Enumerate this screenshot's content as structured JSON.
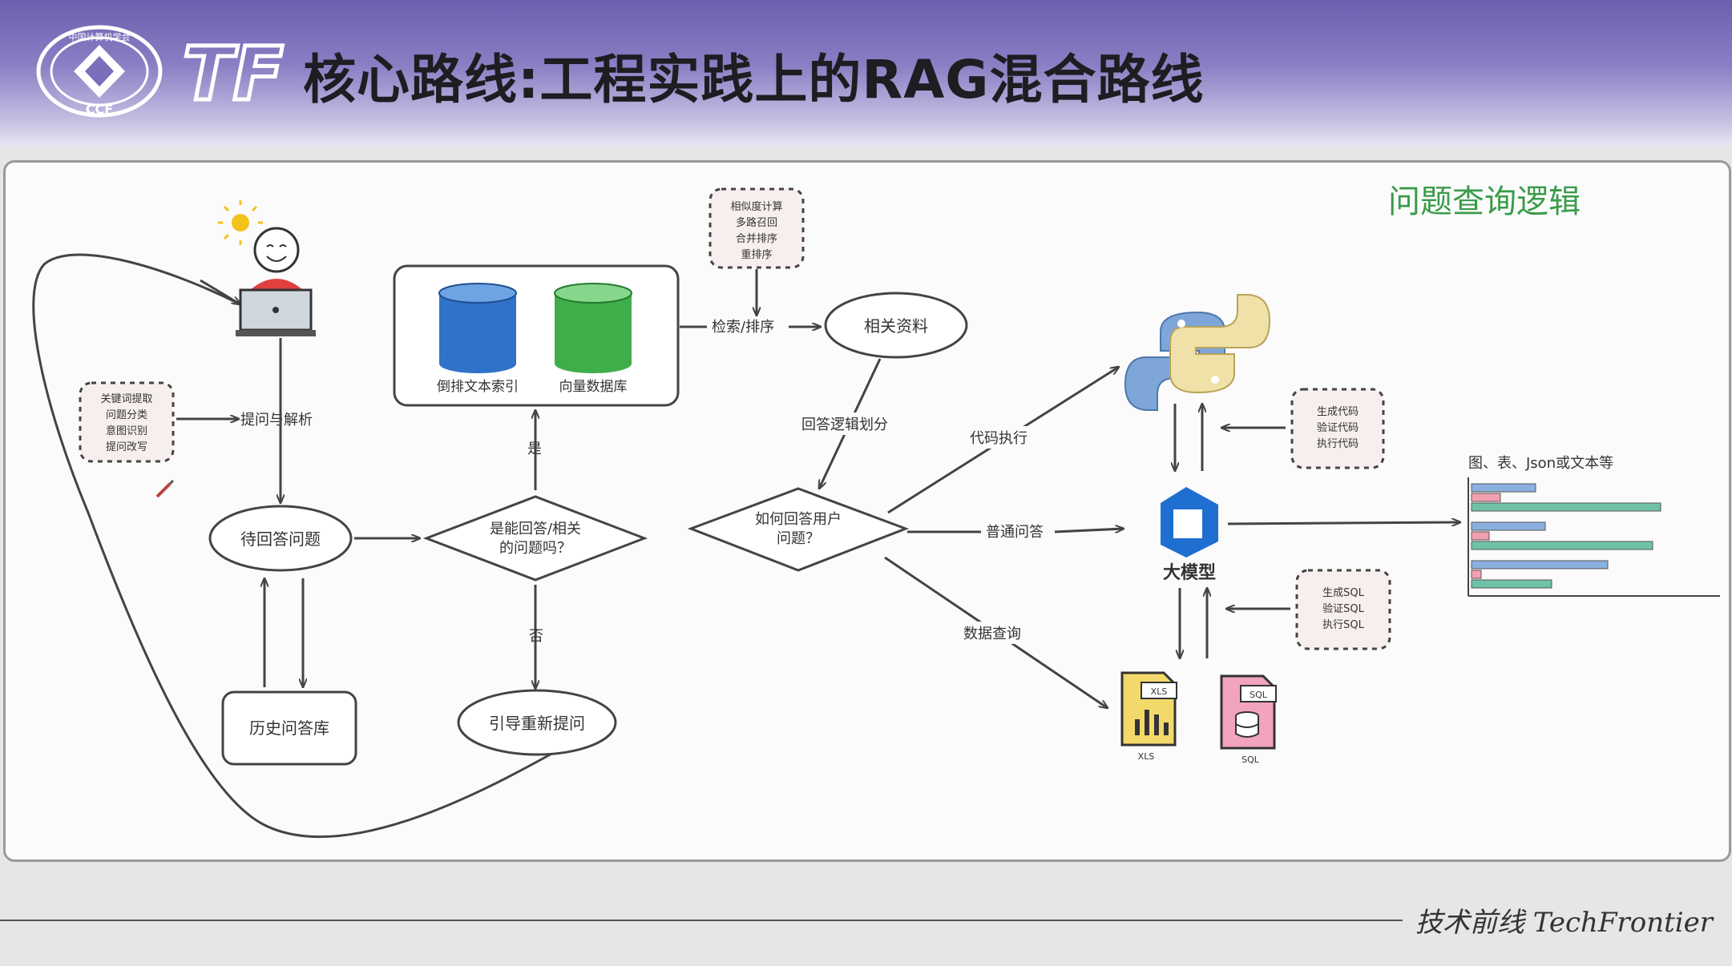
{
  "header": {
    "logo_text": "中国计算机学会 CCF",
    "tf_mark": "TF",
    "title": "核心路线:工程实践上的RAG混合路线"
  },
  "diagram": {
    "corner_label": "问题查询逻辑",
    "note_user": [
      "关键词提取",
      "问题分类",
      "意图识别",
      "提问改写"
    ],
    "edge_ask": "提问与解析",
    "node_pending": "待回答问题",
    "node_history": "历史问答库",
    "kb_inverted": "倒排文本索引",
    "kb_vector": "向量数据库",
    "decision_can_answer": [
      "是能回答/相关",
      "的问题吗？"
    ],
    "edge_yes": "是",
    "edge_no": "否",
    "node_guide": "引导重新提问",
    "note_retrieval": [
      "相似度计算",
      "多路召回",
      "合并排序",
      "重排序"
    ],
    "edge_retrieve": "检索/排序",
    "node_materials": "相关资料",
    "edge_logic_split": "回答逻辑划分",
    "decision_how": [
      "如何回答用户",
      "问题？"
    ],
    "edge_code": "代码执行",
    "edge_normal": "普通问答",
    "edge_data": "数据查询",
    "llm_label": "大模型",
    "note_code": [
      "生成代码",
      "验证代码",
      "执行代码"
    ],
    "note_sql": [
      "生成SQL",
      "验证SQL",
      "执行SQL"
    ],
    "xls_label": "XLS",
    "sql_label": "SQL",
    "output_label": "图、表、Json或文本等"
  },
  "footer": {
    "brand": "技术前线 TechFrontier"
  },
  "colors": {
    "header_purple": "#6b5fb0",
    "blue_db": "#2f72c9",
    "green_db": "#3fae4a",
    "green_text": "#3a9b4a",
    "llm_blue": "#1f6fd1",
    "bar_blue": "#8ab0e0",
    "bar_teal": "#6fc2a8",
    "bar_pink": "#f2a0b0"
  },
  "icons": [
    "sun-icon",
    "person-laptop-icon",
    "pencil-icon",
    "python-icon",
    "llm-icon",
    "xls-file-icon",
    "sql-file-icon",
    "bar-chart-icon",
    "ccf-logo"
  ]
}
